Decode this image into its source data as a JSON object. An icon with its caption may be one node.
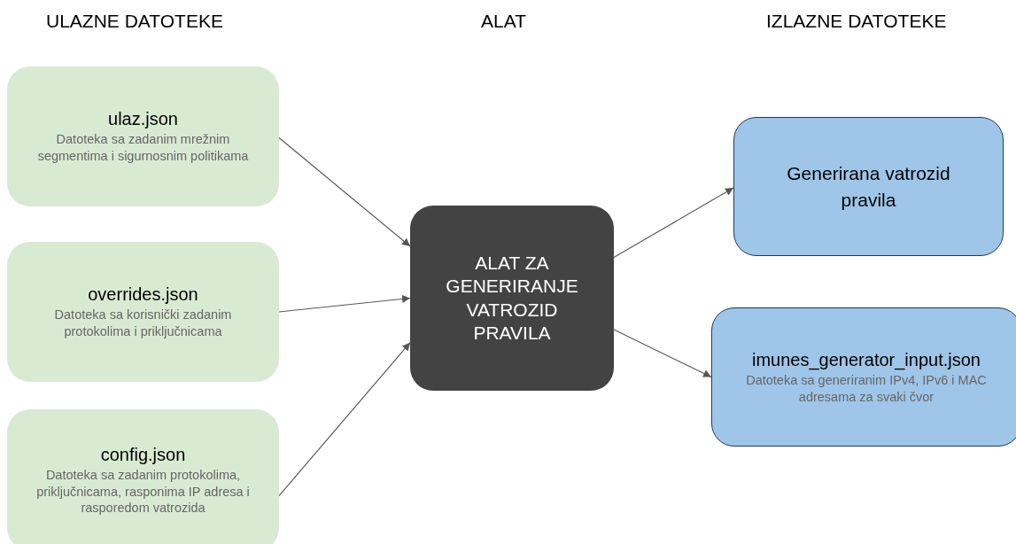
{
  "diagram": {
    "nodes": [
      {
        "text": [
          "ulaz.json",
          "Datoteka sa zadanim mrežnim segmentima i sigurnosnim politikama"
        ]
      },
      {
        "text": [
          "overrides.json",
          "Datoteka sa korisnički zadanim protokolima i priključnicama"
        ]
      },
      {
        "text": [
          "config.json",
          "Datoteka sa zadanim protokolima, priključnicama, rasponima IP adresa i rasporedom vatrozida"
        ]
      },
      {
        "text": [
          "ALAT ZA GENERIRANJE VATROZID PRAVILA"
        ]
      },
      {
        "text": [
          "Generirana vatrozid pravila"
        ]
      },
      {
        "text": [
          "imunes_generator_input.json",
          "Datoteka sa generiranim IPv4, IPv6 i MAC adresama za svaki čvor"
        ]
      }
    ],
    "edges": [
      {
        "from": 0,
        "to": 3,
        "arrow": "to"
      },
      {
        "from": 1,
        "to": 3,
        "arrow": "to"
      },
      {
        "from": 2,
        "to": 3,
        "arrow": "to"
      },
      {
        "from": 3,
        "to": 4,
        "arrow": "to"
      },
      {
        "from": 3,
        "to": 5,
        "arrow": "to"
      }
    ],
    "labels": [
      "ULAZNE DATOTEKE",
      "ALAT",
      "IZLAZNE DATOTEKE"
    ]
  }
}
